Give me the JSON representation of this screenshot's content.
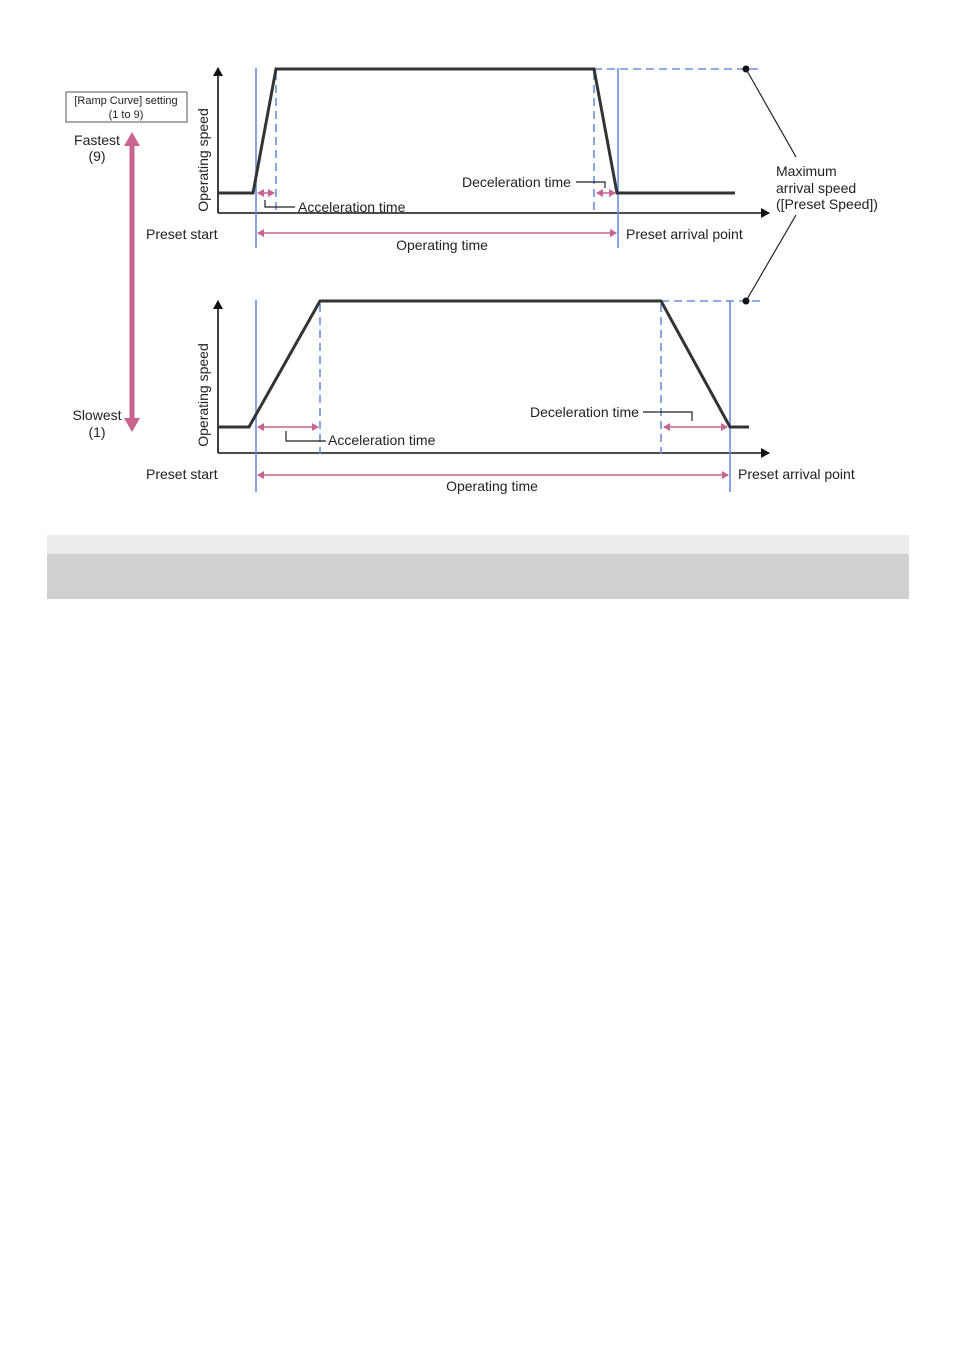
{
  "ramp_box": {
    "line1": "[Ramp Curve] setting",
    "line2": "(1 to 9)"
  },
  "fastest": {
    "label": "Fastest",
    "value": "(9)"
  },
  "slowest": {
    "label": "Slowest",
    "value": "(1)"
  },
  "max_speed": {
    "line1": "Maximum",
    "line2": "arrival speed",
    "line3": "([Preset Speed])"
  },
  "top_chart": {
    "ylabel": "Operating speed",
    "acceleration": "Acceleration time",
    "deceleration": "Deceleration time",
    "start": "Preset start",
    "operating": "Operating time",
    "arrival": "Preset arrival point"
  },
  "bottom_chart": {
    "ylabel": "Operating speed",
    "acceleration": "Acceleration time",
    "deceleration": "Deceleration time",
    "start": "Preset start",
    "operating": "Operating time",
    "arrival": "Preset arrival point"
  },
  "colors": {
    "accent_pink": "#c8648f",
    "guide_blue": "#6a8fe0",
    "curve": "#333333"
  }
}
